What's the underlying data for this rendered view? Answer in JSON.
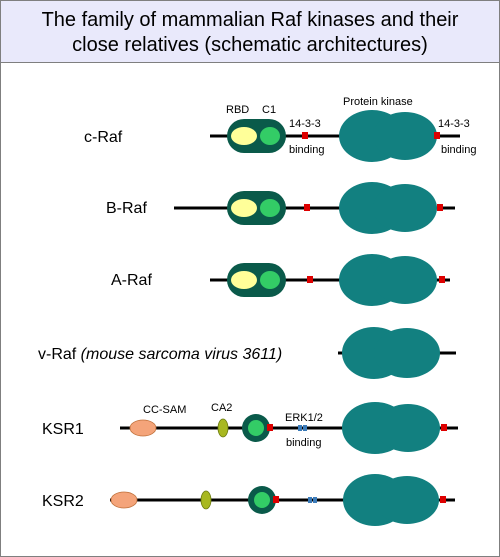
{
  "title": {
    "line1": "The family of mammalian Raf kinases and their",
    "line2": "close relatives (schematic architectures)"
  },
  "colors": {
    "header_bg": "#e9e9fb",
    "kinase_fill": "#128080",
    "rbd_fill": "#ffff99",
    "c1_fill": "#33cc66",
    "domain_box": "#0a5a4a",
    "site_red": "#dd0000",
    "cc_sam": "#f4a47a",
    "ca2": "#a8b820",
    "erk_site": "#3a7ab8"
  },
  "labels": {
    "rbd": "RBD",
    "c1": "C1",
    "protein_kinase": "Protein kinase",
    "binding_1433_left_a": "14-3-3",
    "binding_1433_left_b": "binding",
    "binding_1433_right_a": "14-3-3",
    "binding_1433_right_b": "binding",
    "cc_sam": "CC-SAM",
    "ca2": "CA2",
    "erk_a": "ERK1/2",
    "erk_b": "binding"
  },
  "rows": {
    "craf": "c-Raf",
    "braf": "B-Raf",
    "araf": "A-Raf",
    "vraf_name": "v-Raf ",
    "vraf_note": "(mouse sarcoma virus 3611)",
    "ksr1": "KSR1",
    "ksr2": "KSR2"
  }
}
